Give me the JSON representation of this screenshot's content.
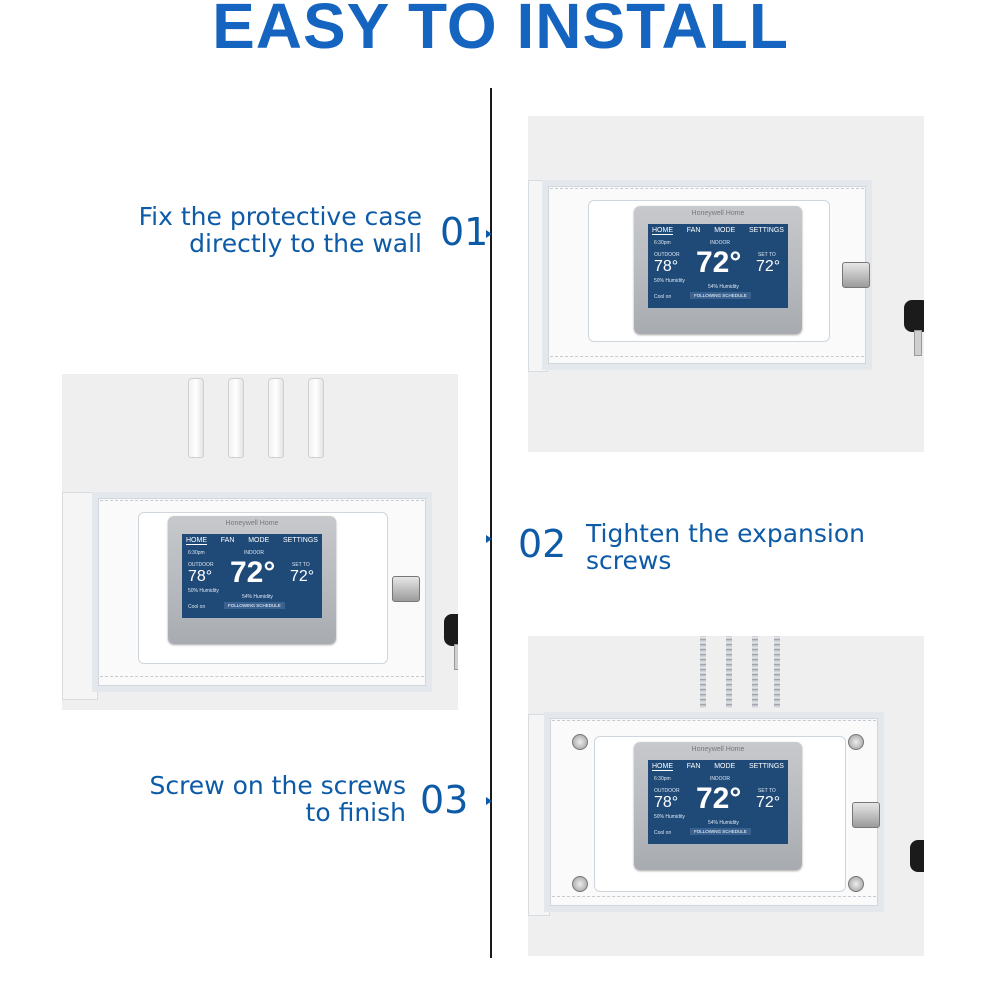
{
  "title": "EASY TO INSTALL",
  "steps": [
    {
      "number": "01",
      "line1": "Fix the protective case",
      "line2": "directly to the wall"
    },
    {
      "number": "02",
      "line1": "Tighten the expansion",
      "line2": "screws"
    },
    {
      "number": "03",
      "line1": "Screw on the screws",
      "line2": "to finish"
    }
  ],
  "thermostat": {
    "brand": "Honeywell Home",
    "tabs": [
      "HOME",
      "FAN",
      "MODE",
      "SETTINGS"
    ],
    "time": "6:30pm",
    "outdoor_label": "OUTDOOR",
    "outdoor_temp": "78°",
    "humidity_outdoor": "50% Humidity",
    "indoor_label": "INDOOR",
    "indoor_temp": "72°",
    "humidity_indoor": "54% Humidity",
    "set_to_label": "SET TO",
    "set_temp": "72°",
    "status": "Cool on",
    "schedule": "FOLLOWING SCHEDULE"
  },
  "colors": {
    "title": "#1565c0",
    "step_text": "#0d5aa7",
    "divider": "#1a1a1a",
    "screen": "#1f4a78"
  },
  "icons": [
    "lock-icon",
    "key-icon",
    "expansion-anchor-icon",
    "screw-icon"
  ]
}
